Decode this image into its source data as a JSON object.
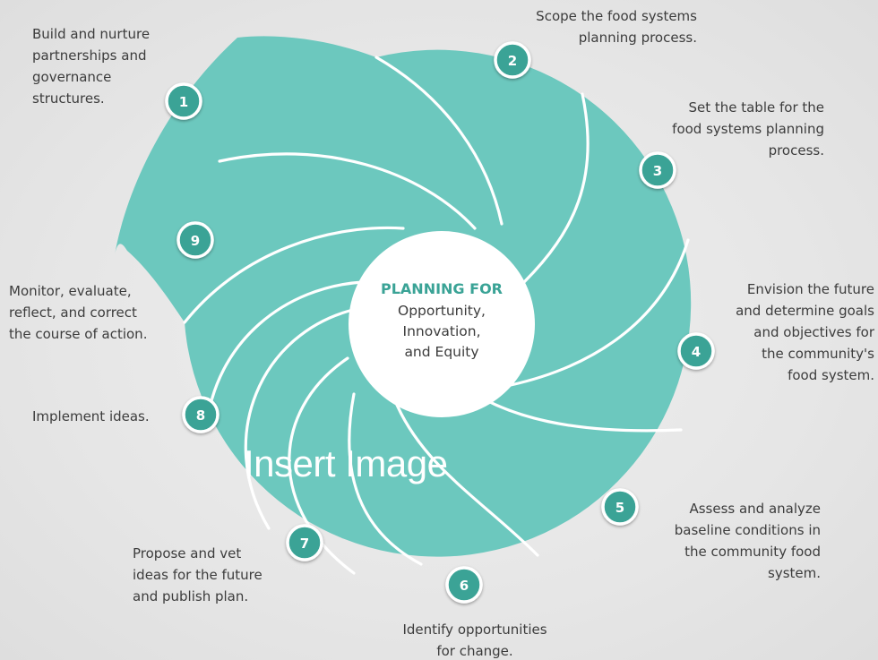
{
  "center": {
    "title": "PLANNING FOR",
    "lines": [
      "Opportunity,",
      "Innovation,",
      "and Equity"
    ]
  },
  "steps": [
    {
      "number": "1",
      "label": "Build and nurture\npartnerships and\ngovernance\nstructures."
    },
    {
      "number": "2",
      "label": "Scope the food systems\nplanning process."
    },
    {
      "number": "3",
      "label": "Set the table for the\nfood systems planning\nprocess."
    },
    {
      "number": "4",
      "label": "Envision the future\nand determine goals\nand objectives for\nthe community's\nfood system."
    },
    {
      "number": "5",
      "label": "Assess and analyze\nbaseline conditions in\nthe community food\nsystem."
    },
    {
      "number": "6",
      "label": "Identify opportunities\nfor change."
    },
    {
      "number": "7",
      "label": "Propose and vet\nideas for the future\nand publish plan."
    },
    {
      "number": "8",
      "label": "Implement ideas."
    },
    {
      "number": "9",
      "label": "Monitor, evaluate,\nreflect, and correct\nthe course of action."
    }
  ],
  "overlay_text": "Insert Image",
  "colors": {
    "teal": "#6cc8be",
    "badge": "#3aa396",
    "text": "#3c3c3c",
    "background": "#e6e6e6"
  }
}
